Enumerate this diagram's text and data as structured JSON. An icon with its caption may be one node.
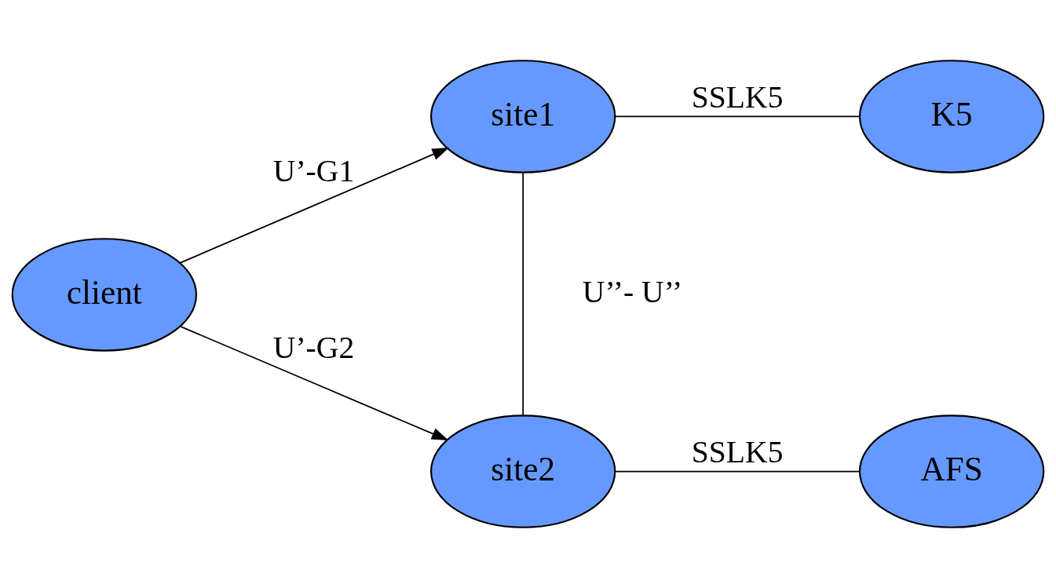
{
  "diagram": {
    "nodes": [
      {
        "text": [
          "site1"
        ]
      },
      {
        "text": [
          "K5"
        ]
      },
      {
        "text": [
          "client"
        ]
      },
      {
        "text": [
          "site2"
        ]
      },
      {
        "text": [
          "AFS"
        ]
      }
    ],
    "edges": [
      {
        "from": 2,
        "to": 0,
        "arrow": "to",
        "label": "U’-G1"
      },
      {
        "from": 2,
        "to": 3,
        "arrow": "to",
        "label": "U’-G2"
      },
      {
        "from": 0,
        "to": 1,
        "arrow": "none",
        "label": "SSLK5"
      },
      {
        "from": 0,
        "to": 3,
        "arrow": "none",
        "label": "U’’- U’’"
      },
      {
        "from": 3,
        "to": 4,
        "arrow": "none",
        "label": "SSLK5"
      }
    ]
  }
}
